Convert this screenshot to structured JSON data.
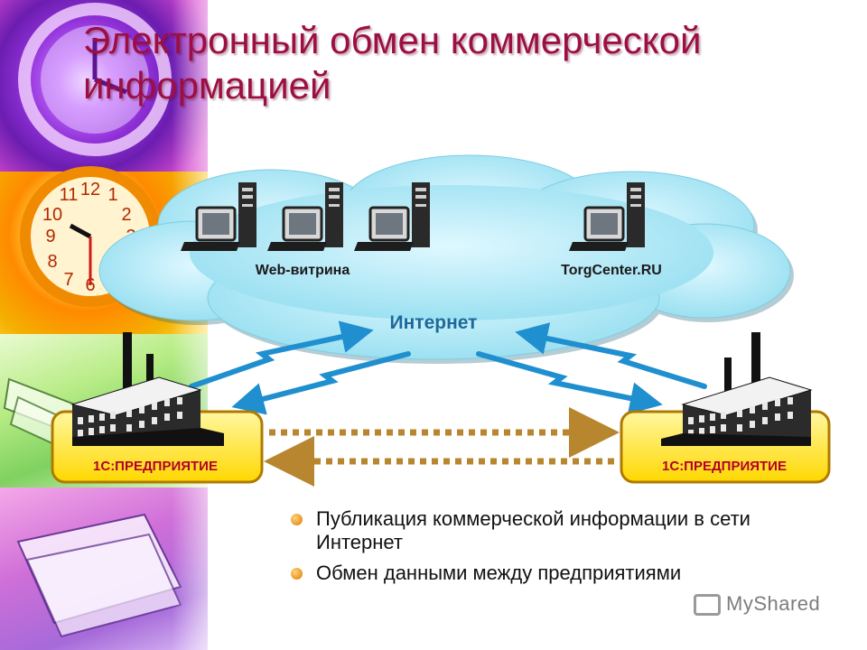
{
  "slide": {
    "title": "Электронный обмен коммерческой информацией"
  },
  "diagram": {
    "cloud_label": "Интернет",
    "web_shop_label": "Web-витрина",
    "torgcenter_label": "TorgCenter.RU",
    "left_enterprise_label": "1С:ПРЕДПРИЯТИЕ",
    "right_enterprise_label": "1С:ПРЕДПРИЯТИЕ"
  },
  "bullets": [
    "Публикация коммерческой информации в сети Интернет",
    "Обмен данными между предприятиями"
  ],
  "watermark": {
    "text": "MyShared"
  },
  "colors": {
    "title": "#9c0f44",
    "cloud": "#9ce3f3",
    "arrow": "#1f8fcf",
    "enterprise_box": "#ffe600",
    "enterprise_border": "#b07a00",
    "enterprise_text": "#b3002a",
    "dashed_arrow": "#b8862e"
  }
}
